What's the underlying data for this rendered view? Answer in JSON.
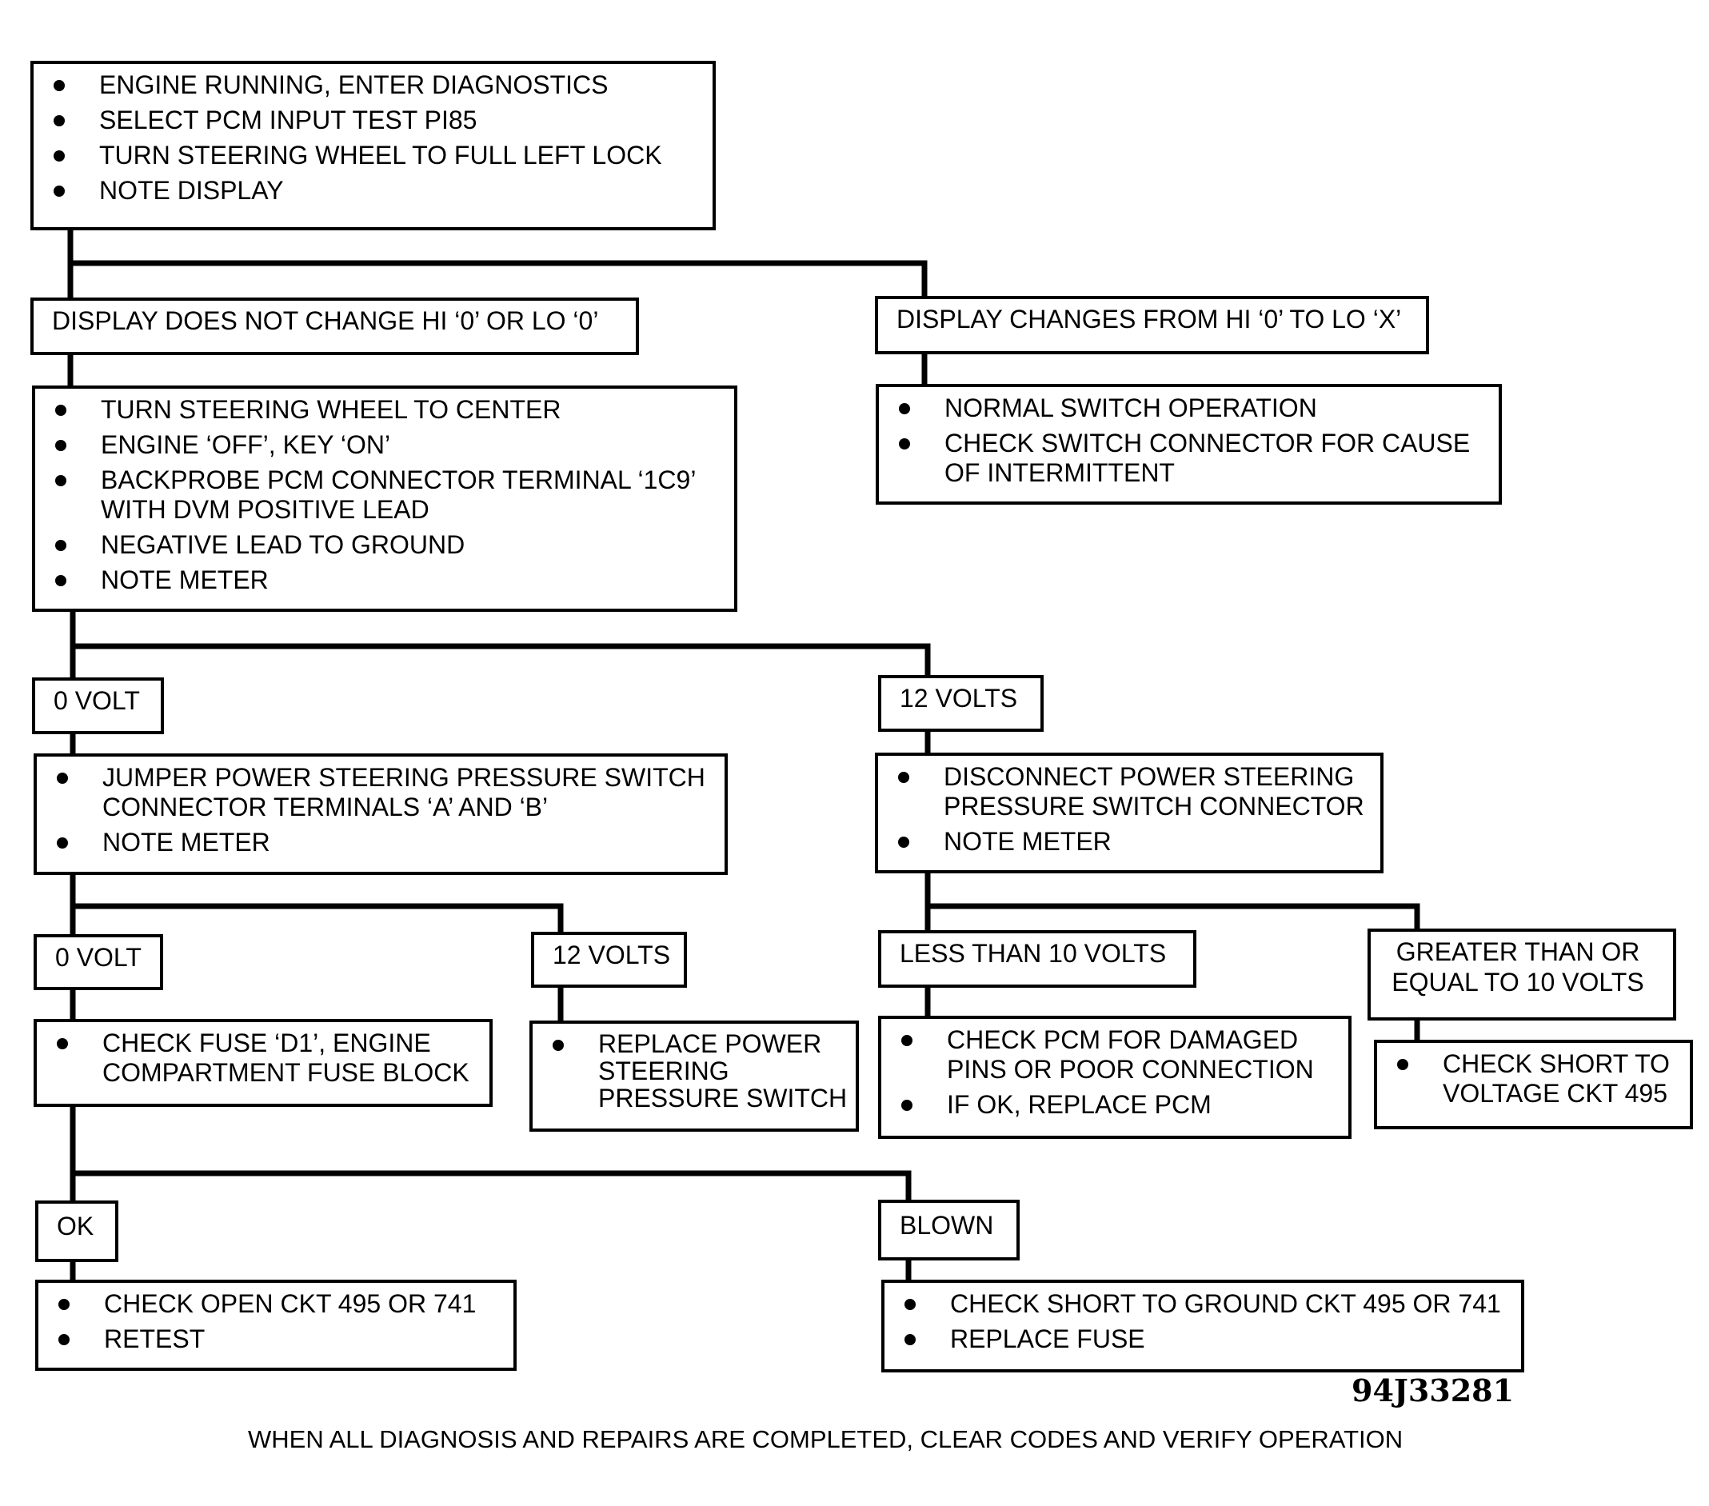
{
  "steps": {
    "start": {
      "items": [
        [
          "ENGINE RUNNING, ENTER DIAGNOSTICS"
        ],
        [
          "SELECT PCM INPUT TEST PI85"
        ],
        [
          "TURN STEERING WHEEL TO FULL LEFT LOCK"
        ],
        [
          "NOTE DISPLAY"
        ]
      ]
    },
    "no_change": {
      "text": "DISPLAY DOES NOT CHANGE HI ‘0’ OR LO ‘0’"
    },
    "changes": {
      "text": "DISPLAY CHANGES FROM HI ‘0’ TO LO ‘X’"
    },
    "center_probe": {
      "items": [
        [
          "TURN STEERING WHEEL TO CENTER"
        ],
        [
          "ENGINE ‘OFF’, KEY ‘ON’"
        ],
        [
          "BACKPROBE PCM CONNECTOR TERMINAL ‘1C9’",
          "WITH DVM POSITIVE LEAD"
        ],
        [
          "NEGATIVE LEAD TO GROUND"
        ],
        [
          "NOTE METER"
        ]
      ]
    },
    "normal": {
      "items": [
        [
          "NORMAL SWITCH OPERATION"
        ],
        [
          "CHECK SWITCH CONNECTOR FOR CAUSE",
          "OF INTERMITTENT"
        ]
      ]
    },
    "zero_volt_a": {
      "text": "0 VOLT"
    },
    "twelve_volts_a": {
      "text": "12  VOLTS"
    },
    "jumper": {
      "items": [
        [
          "JUMPER POWER STEERING PRESSURE SWITCH",
          "CONNECTOR TERMINALS ‘A’ AND ‘B’"
        ],
        [
          "NOTE METER"
        ]
      ]
    },
    "disconnect": {
      "items": [
        [
          "DISCONNECT POWER STEERING",
          "PRESSURE SWITCH CONNECTOR"
        ],
        [
          "NOTE METER"
        ]
      ]
    },
    "zero_volt_b": {
      "text": "0 VOLT"
    },
    "twelve_volts_b": {
      "text": "12 VOLTS"
    },
    "less_than_10": {
      "text": "LESS THAN 10 VOLTS"
    },
    "greater_equal_10": {
      "text": [
        "GREATER THAN OR",
        "EQUAL TO 10 VOLTS"
      ]
    },
    "check_fuse": {
      "items": [
        [
          "CHECK FUSE ‘D1’, ENGINE",
          "COMPARTMENT FUSE BLOCK"
        ]
      ]
    },
    "replace_switch": {
      "items": [
        [
          "REPLACE POWER",
          "STEERING",
          "PRESSURE SWITCH"
        ]
      ]
    },
    "check_pcm": {
      "items": [
        [
          "CHECK PCM FOR DAMAGED",
          "PINS OR POOR CONNECTION"
        ],
        [
          "IF OK,  REPLACE PCM"
        ]
      ]
    },
    "check_short_voltage": {
      "items": [
        [
          "CHECK SHORT TO",
          "VOLTAGE CKT 495"
        ]
      ]
    },
    "ok": {
      "text": "OK"
    },
    "blown": {
      "text": "BLOWN"
    },
    "check_open": {
      "items": [
        [
          "CHECK OPEN CKT 495 OR 741"
        ],
        [
          "RETEST"
        ]
      ]
    },
    "check_short_ground": {
      "items": [
        [
          "CHECK SHORT TO GROUND CKT 495 OR 741"
        ],
        [
          "REPLACE FUSE"
        ]
      ]
    }
  },
  "figure_code": "94J33281",
  "footer_text": "WHEN ALL DIAGNOSIS AND REPAIRS ARE COMPLETED, CLEAR CODES AND VERIFY OPERATION"
}
